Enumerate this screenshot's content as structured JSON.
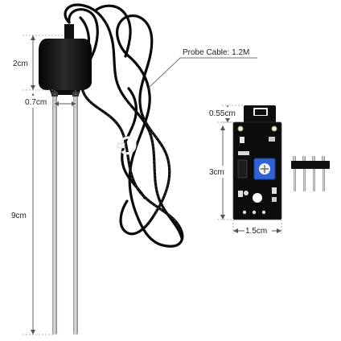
{
  "product": {
    "dimensions": {
      "head_height": "2cm",
      "probe_gap": "0.7cm",
      "probe_length": "9cm",
      "cable_label": "Probe Cable: 1.2M",
      "module_top": "0.55cm",
      "module_height": "3cm",
      "module_width": "1.5cm"
    }
  },
  "colors": {
    "background": "#ffffff",
    "cable": "#0a0a0a",
    "probe_head": "#121212",
    "rod": "#b8bcc0",
    "pcb": "#0c0c0c",
    "potentiometer": "#2f62d6",
    "header_pins": "#111111"
  }
}
